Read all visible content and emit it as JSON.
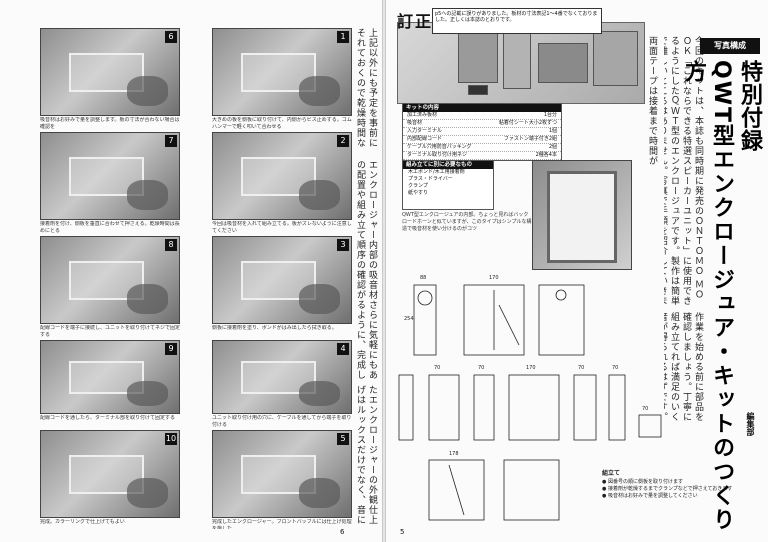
{
  "left_page": {
    "body_text": [
      "上記以外にも予定を事前にそれておくので乾燥時間などを事前に調べておいてください。",
      "エンクロージャー内部の吸音材の配置や組み立て順序の確認が大切です。エンクロージャーは音の響きが大きい。",
      "さらに気軽にもあるように、完成した。",
      "たエンクロージャーの外観仕上げはルックスだけでなく、音にも影響するので丁寧に。"
    ],
    "photos": [
      {
        "num": "1",
        "caption": "大きめの板を側板に取り付けて、内側からビス止めする。ゴムハンマーで軽く叩いて合わせる"
      },
      {
        "num": "2",
        "caption": "今回は吸音材を入れて組み立てる。板がズレないように注意してください"
      },
      {
        "num": "3",
        "caption": "側板に接着剤を塗り、ボンドがはみ出したら拭き取る。"
      },
      {
        "num": "4",
        "caption": "ユニット取り付け用の穴に、ケーブルを通してから端子を取り付ける"
      },
      {
        "num": "5",
        "caption": "完成したエンクロージャー。フロントバッフルには仕上げ処理を施した"
      },
      {
        "num": "6",
        "caption": "吸音材はお好みで量を調整します。板の寸法が合わない場合は確認を"
      },
      {
        "num": "7",
        "caption": "接着剤を付け、側板を垂直に合わせて押さえる。乾燥時間は長めにとる"
      },
      {
        "num": "8",
        "caption": "配線コードを端子に接続し、ユニットを取り付けてネジで固定する"
      },
      {
        "num": "9",
        "caption": "配線コードを通したら、ターミナル部を取り付けて固定する"
      },
      {
        "num": "10",
        "caption": "完成。カラーリングで仕上げてもよい"
      }
    ],
    "folio": "6"
  },
  "right_page": {
    "errata_title": "訂正",
    "errata_text": "p5への記載に誤りがありました。板材の寸法表記1～4番でなくておりました。正しくは本誌のとおりです。",
    "tag": "写真構成",
    "title_line1": "特別付録",
    "title_line2": "QWT型エンクロージュア・キットのつくり方",
    "author": "編集部",
    "body_text": "今回のキットは、本誌も同時期に発売のＯＮＴＯＭＯ ＭＯＯＫ「これならできる特選スピーカーユニット」に使用できるようにしたＱＷＴ型のエンクロージュアです。製作は簡単で難しいところはありません。写真で手順を紹介していきます。",
    "body_text2": "作業を始める前に部品を確認しましょう。丁寧に組み立てれば満足のいく音が得られるはずです。",
    "body_text3": "両面テープは接着まで時間が",
    "kit_title": "キットの内容",
    "kit_items": [
      {
        "name": "加工済み板材",
        "qty": "1台分"
      },
      {
        "name": "吸音材",
        "qty": "粘着付シート大小2枚ずつ"
      },
      {
        "name": "入力ターミナル",
        "qty": "1個"
      },
      {
        "name": "内部配線コード",
        "qty": "ファストン端子付き2組"
      },
      {
        "name": "ケーブル穴用防音パッキング",
        "qty": "2個"
      },
      {
        "name": "ターミナル取り付け用ネジ",
        "qty": "2種各4本"
      }
    ],
    "tools_title": "組み立てに別に必要なもの",
    "tools": [
      "木工ボンド/木工用接着剤",
      "プラス・ドライバー",
      "クランプ",
      "紙やすり"
    ],
    "photo_caption": "QWT型エンクロージュアの内部。ちょっと見ればバックロードホーンと似ていますが、このタイプはシンプルな構造で吸音材を使い分けるのがコツ",
    "assembly_title": "組立て",
    "assembly_notes": [
      "● 図番号の順に側板を取り付けます",
      "● 接着剤が乾燥するまでクランプなどで押さえておきます",
      "● 吸音材はお好みで量を調整してください"
    ],
    "dimensions": [
      "88",
      "170",
      "254",
      "70",
      "70",
      "70",
      "170",
      "178",
      "70",
      "70"
    ],
    "folio": "5"
  }
}
